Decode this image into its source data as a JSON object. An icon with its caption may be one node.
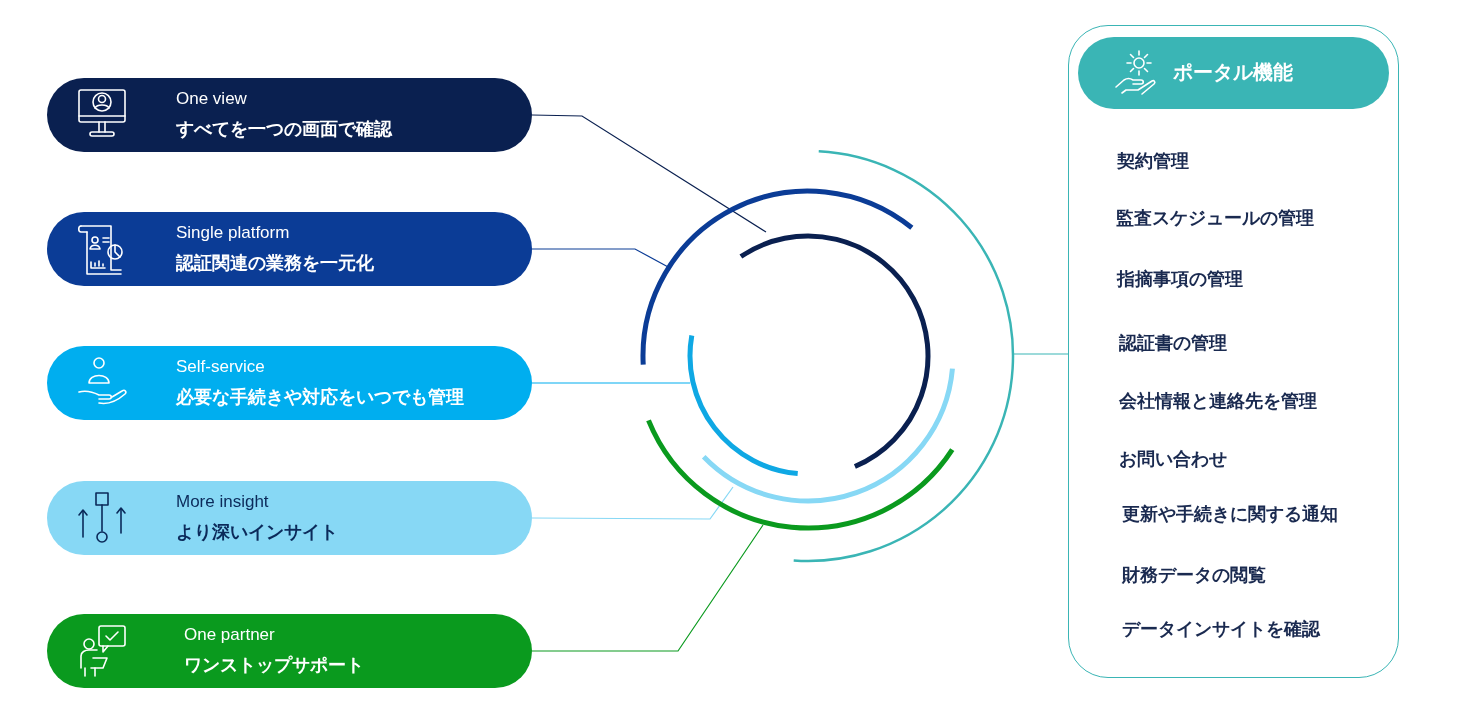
{
  "diagram": {
    "nodes": [
      {
        "text": [
          "One view",
          "すべてを一つの画面で確認"
        ]
      },
      {
        "text": [
          "Single platform",
          "認証関連の業務を一元化"
        ]
      },
      {
        "text": [
          "Self-service",
          "必要な手続きや対応をいつでも管理"
        ]
      },
      {
        "text": [
          "More insight",
          "より深いインサイト"
        ]
      },
      {
        "text": [
          "One partner",
          "ワンストップサポート"
        ]
      },
      {
        "text": [],
        "shape": "circle"
      },
      {
        "text": [
          "契約管理",
          "監査スケジュールの管理",
          "指摘事項の管理",
          "認証書の管理",
          "会社情報と連絡先を管理",
          "お問い合わせ",
          "更新や手続きに関する通知",
          "財務データの閲覧",
          "データインサイトを確認"
        ]
      },
      {
        "text": [
          "ポータル機能"
        ],
        "in": 6
      }
    ],
    "edges": [
      {
        "from": 0,
        "to": 5,
        "arrow": "none",
        "color": "#0a2050"
      },
      {
        "from": 1,
        "to": 5,
        "arrow": "none",
        "color": "#0b3c96"
      },
      {
        "from": 2,
        "to": 5,
        "arrow": "none",
        "color": "#00aeef"
      },
      {
        "from": 3,
        "to": 5,
        "arrow": "none",
        "color": "#87d8f5"
      },
      {
        "from": 4,
        "to": 5,
        "arrow": "none",
        "color": "#0a9a1e"
      },
      {
        "from": 5,
        "to": 6,
        "arrow": "none",
        "color": "#3ab5b5"
      }
    ]
  }
}
